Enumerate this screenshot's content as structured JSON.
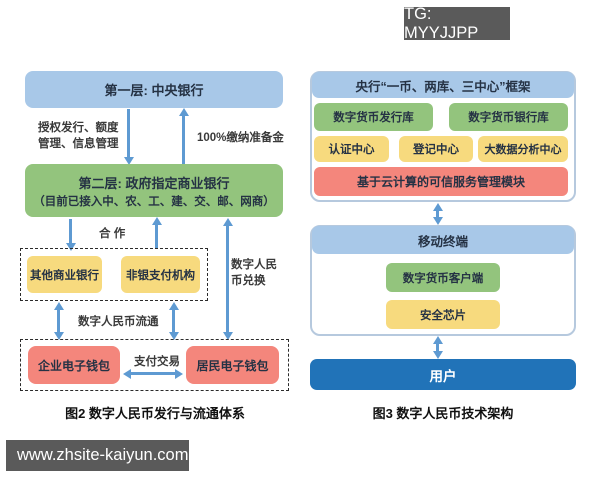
{
  "badges": {
    "tg": "TG: MYYJJPP",
    "site": "www.zhsite-kaiyun.com"
  },
  "fig2": {
    "caption": "图2  数字人民币发行与流通体系",
    "central_bank": "第一层: 中央银行",
    "commercial_bank_line1": "第二层: 政府指定商业银行",
    "commercial_bank_line2": "（目前已接入中、农、工、建、交、邮、网商）",
    "authorize_line1": "授权发行、额度",
    "authorize_line2": "管理、信息管理",
    "reserve": "100%缴纳准备金",
    "cooperation": "合 作",
    "other_banks": "其他商业银行",
    "nonbank_payment": "非银支付机构",
    "exchange_line1": "数字人民",
    "exchange_line2": "币兑换",
    "circulation": "数字人民币流通",
    "enterprise_wallet": "企业电子钱包",
    "resident_wallet": "居民电子钱包",
    "payment": "支付交易"
  },
  "fig3": {
    "caption": "图3  数字人民币技术架构",
    "framework": "央行“一币、两库、三中心”框架",
    "issue_vault": "数字货币发行库",
    "bank_vault": "数字货币银行库",
    "auth_center": "认证中心",
    "registration_center": "登记中心",
    "bigdata_center": "大数据分析中心",
    "cloud_module": "基于云计算的可信服务管理模块",
    "mobile_terminal": "移动终端",
    "currency_client": "数字货币客户端",
    "security_chip": "安全芯片",
    "user": "用户"
  },
  "colors": {
    "light_blue": "#a8c8e8",
    "green": "#93c47d",
    "yellow": "#f7da7e",
    "salmon": "#f4867c",
    "dark_blue": "#2173b8",
    "arrow_blue": "#5e9ad2",
    "panel_border": "#b6c9de",
    "badge_gray": "#5a5a5a"
  }
}
